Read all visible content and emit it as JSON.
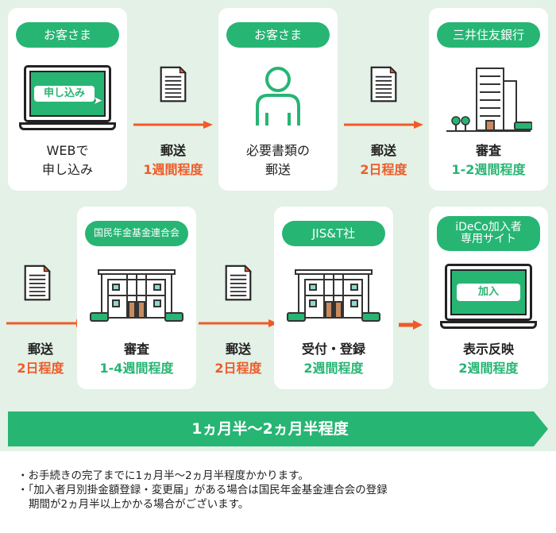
{
  "colors": {
    "green": "#27b574",
    "orange": "#f05a28",
    "background": "#e3f1e6"
  },
  "steps": [
    {
      "actor": "お客さま",
      "screen_label": "申し込み",
      "title_l1": "WEBで",
      "title_l2": "申し込み"
    },
    {
      "actor": "お客さま",
      "title_l1": "必要書類の",
      "title_l2": "郵送"
    },
    {
      "actor": "三井住友銀行",
      "title_l1": "審査",
      "duration": "1-2週間程度"
    },
    {
      "actor": "国民年金基金連合会",
      "title_l1": "審査",
      "duration": "1-4週間程度"
    },
    {
      "actor": "JIS&T社",
      "title_l1": "受付・登録",
      "duration": "2週間程度"
    },
    {
      "actor_l1": "iDeCo加入者",
      "actor_l2": "専用サイト",
      "screen_label": "加入",
      "title_l1": "表示反映",
      "duration": "2週間程度"
    }
  ],
  "mailings": [
    {
      "label": "郵送",
      "duration": "1週間程度"
    },
    {
      "label": "郵送",
      "duration": "2日程度"
    },
    {
      "label": "郵送",
      "duration": "2日程度"
    },
    {
      "label": "郵送",
      "duration": "2日程度"
    }
  ],
  "banner": "1ヵ月半〜2ヵ月半程度",
  "notes": [
    "・お手続きの完了までに1ヵ月半〜2ヵ月半程度かかります。",
    "・「加入者月別掛金額登録・変更届」がある場合は国民年金基金連合会の登録期間が2ヵ月半以上かかる場合がございます。"
  ]
}
